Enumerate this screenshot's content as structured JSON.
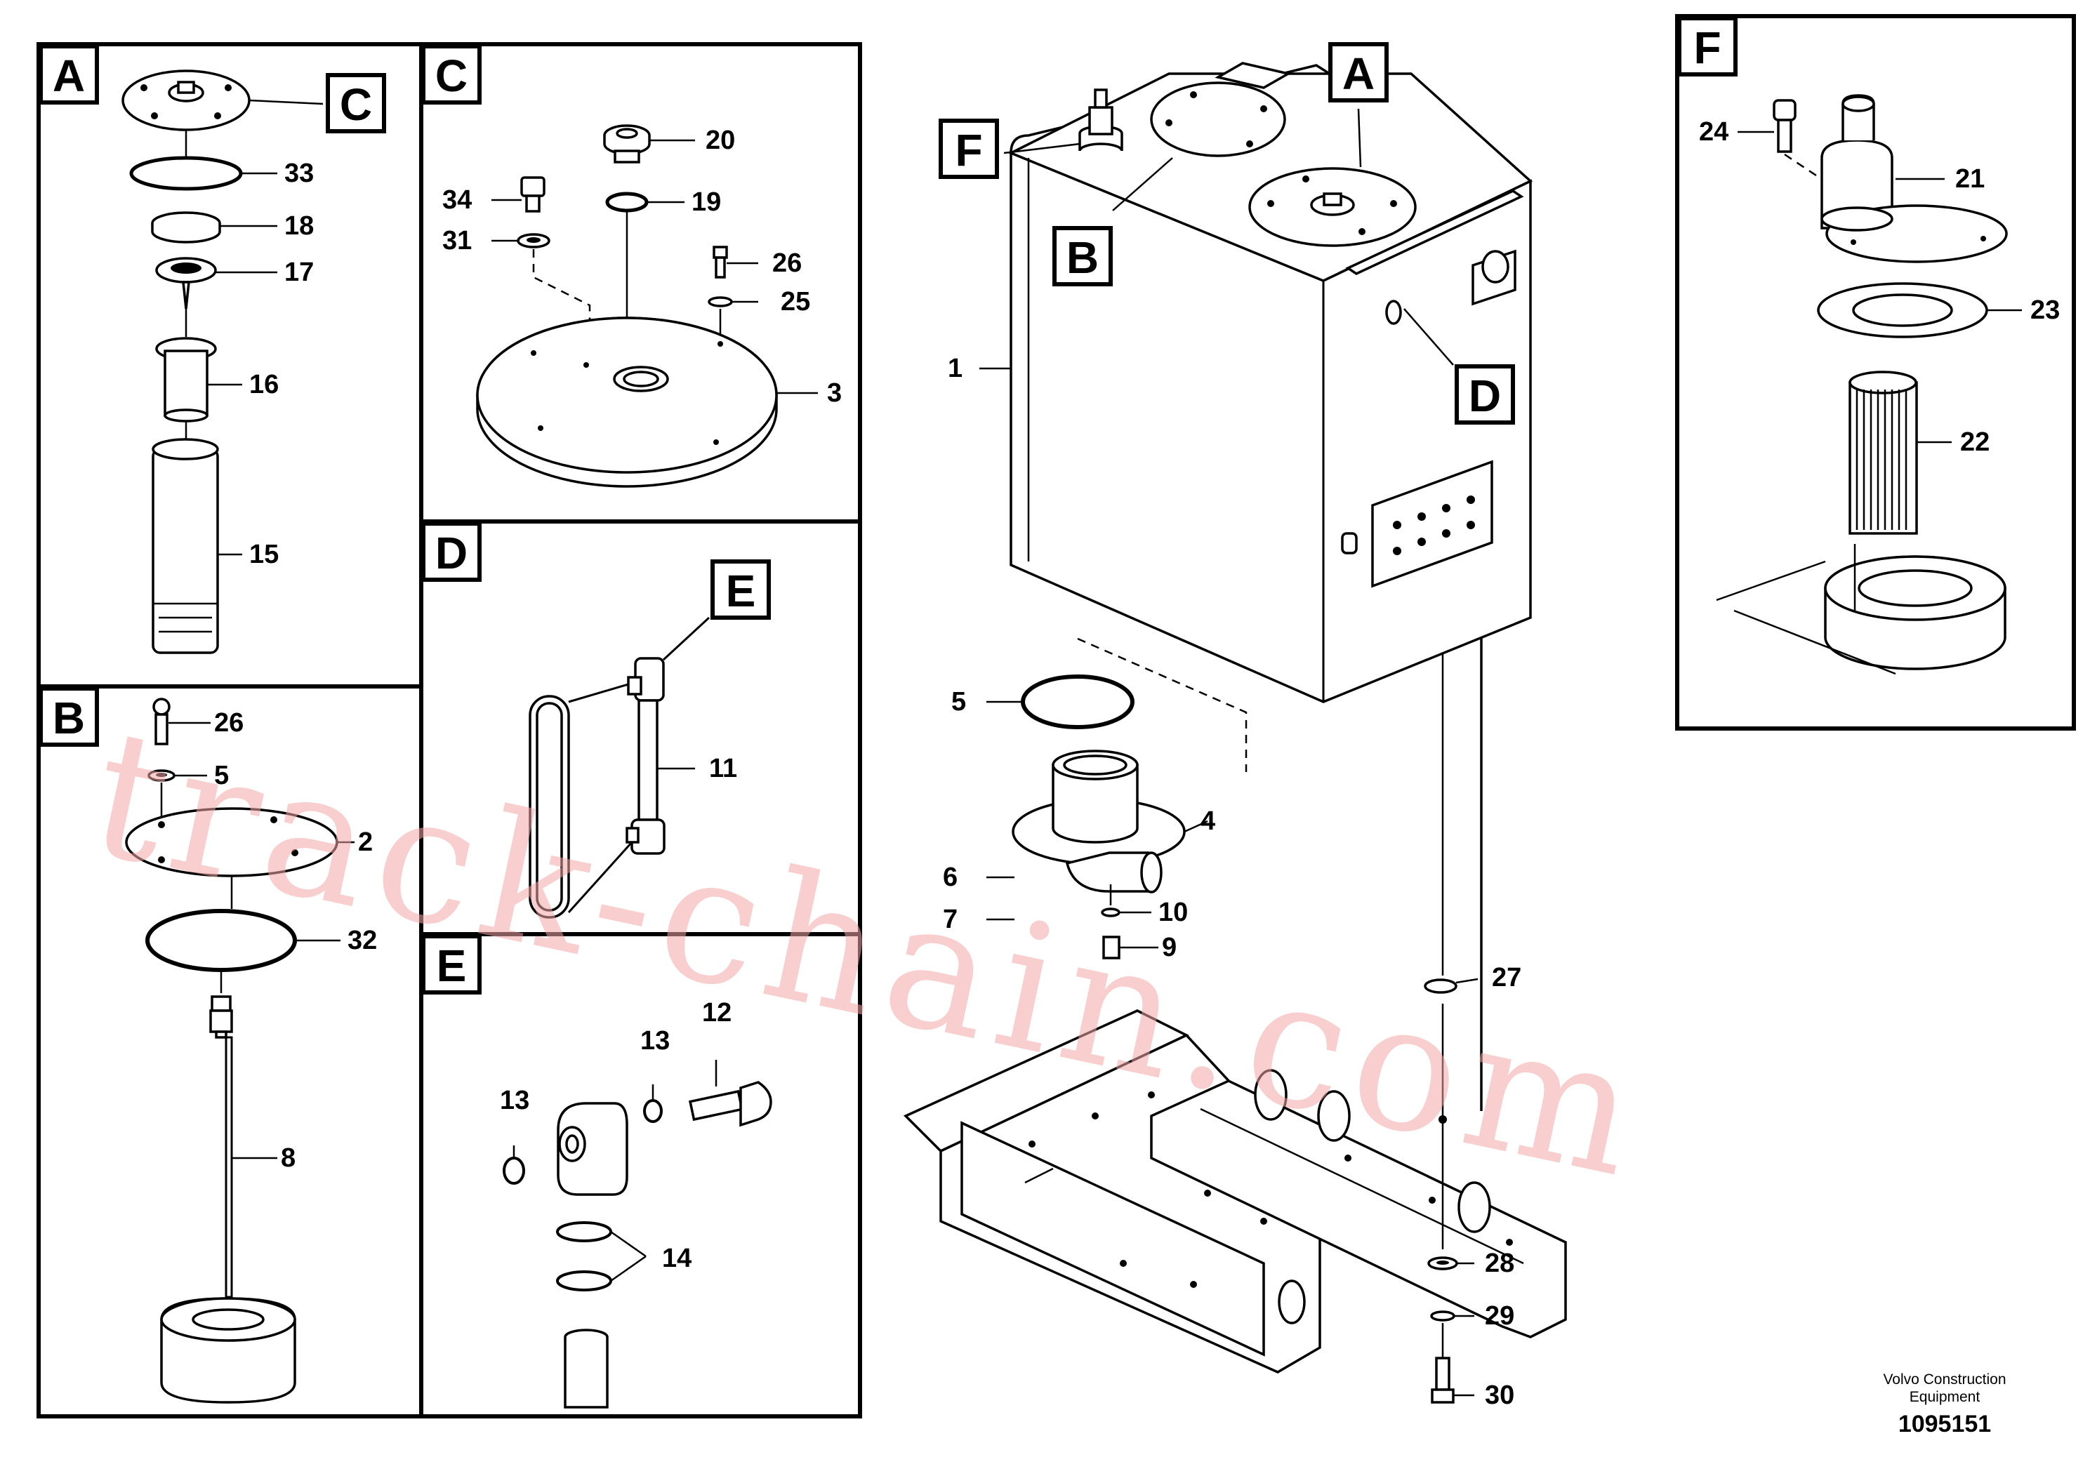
{
  "panels": {
    "A": {
      "letter": "A",
      "ref": "C"
    },
    "B": {
      "letter": "B"
    },
    "C": {
      "letter": "C"
    },
    "D": {
      "letter": "D",
      "ref": "E"
    },
    "E": {
      "letter": "E"
    },
    "F": {
      "letter": "F"
    }
  },
  "main_callouts": {
    "A": "A",
    "B": "B",
    "D": "D",
    "F": "F"
  },
  "part_numbers": {
    "p1": "1",
    "p2": "2",
    "p3": "3",
    "p4": "4",
    "p5": "5",
    "p5b": "5",
    "p6": "6",
    "p7": "7",
    "p8": "8",
    "p9": "9",
    "p10": "10",
    "p11": "11",
    "p12": "12",
    "p13a": "13",
    "p13b": "13",
    "p14": "14",
    "p15": "15",
    "p16": "16",
    "p17": "17",
    "p18": "18",
    "p19": "19",
    "p20": "20",
    "p21": "21",
    "p22": "22",
    "p23": "23",
    "p24": "24",
    "p25": "25",
    "p26a": "26",
    "p26b": "26",
    "p27": "27",
    "p28": "28",
    "p29": "29",
    "p30": "30",
    "p31": "31",
    "p32": "32",
    "p33": "33",
    "p34": "34"
  },
  "footer": {
    "company_line1": "Volvo Construction",
    "company_line2": "Equipment",
    "drawing_number": "1095151"
  },
  "watermark": "track-chain.com"
}
